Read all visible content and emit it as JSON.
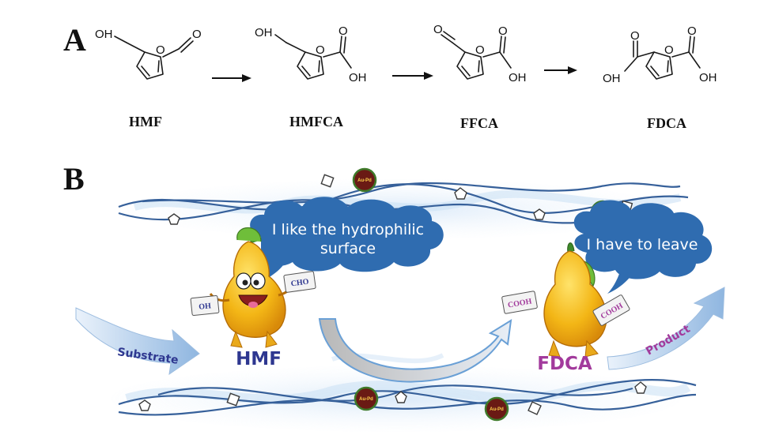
{
  "panels": {
    "a_letter": "A",
    "b_letter": "B"
  },
  "compounds": [
    {
      "name": "HMF",
      "groups": {
        "left": "OH",
        "right": "O"
      }
    },
    {
      "name": "HMFCA",
      "groups": {
        "left": "OH",
        "right_o": "O",
        "right_oh": "OH"
      }
    },
    {
      "name": "FFCA",
      "groups": {
        "left": "O",
        "right_o": "O",
        "right_oh": "OH"
      }
    },
    {
      "name": "FDCA",
      "groups": {
        "left_oh": "OH",
        "left_o": "O",
        "right_o": "O",
        "right_oh": "OH"
      }
    }
  ],
  "ring_atom": "O",
  "scheme_b": {
    "cloud_left": {
      "line1": "I like the hydrophilic",
      "line2": "surface"
    },
    "cloud_right": {
      "text": "I have to  leave"
    },
    "pear_left": {
      "label": "HMF",
      "tag_left": "OH",
      "tag_right": "CHO"
    },
    "pear_right": {
      "label": "FDCA",
      "tag_left": "COOH",
      "tag_right": "COOH"
    },
    "arrow_in": "Substrate",
    "arrow_out": "Product",
    "nanoparticle": "Au-Pd",
    "colors": {
      "cloud": "#2f6cb0",
      "chain": "#36609a",
      "hmf_label": "#2e3790",
      "fdca_label": "#a23a9c",
      "pear_body": "#f1b417",
      "np": "#6a1a14",
      "flow_arrow": "#a9c7e8"
    }
  }
}
